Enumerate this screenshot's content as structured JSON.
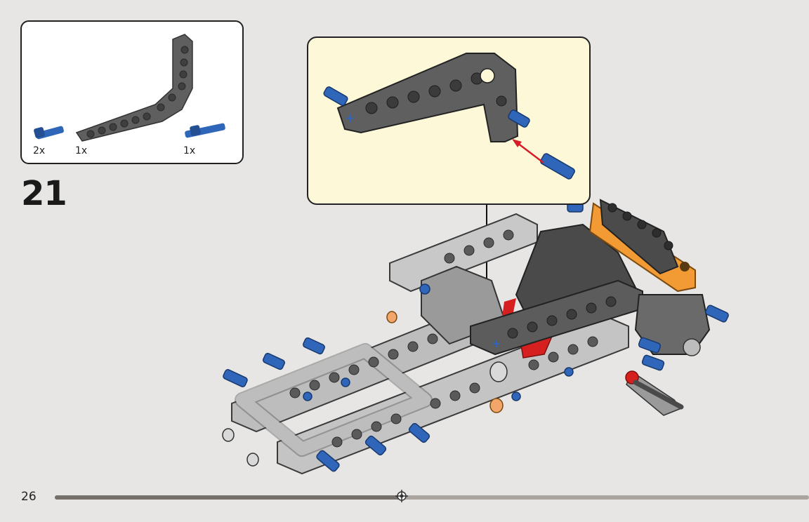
{
  "parts_list": {
    "items": [
      {
        "qty": "2x",
        "part": "blue-axle-pin"
      },
      {
        "qty": "1x",
        "part": "gray-bent-beam"
      },
      {
        "qty": "1x",
        "part": "blue-long-axle-pin"
      }
    ]
  },
  "step": {
    "number": "21"
  },
  "footer": {
    "page_number": "26",
    "progress_fraction": 0.46
  },
  "colors": {
    "background": "#e7e6e4",
    "callout_background": "#fdf8d8",
    "beam_dark": "#5f5f5f",
    "beam_light": "#c9c9c9",
    "pin_blue": "#2f66b9",
    "accent_orange": "#f29a33",
    "accent_red": "#d62020",
    "arrow_red": "#d41f2a"
  }
}
